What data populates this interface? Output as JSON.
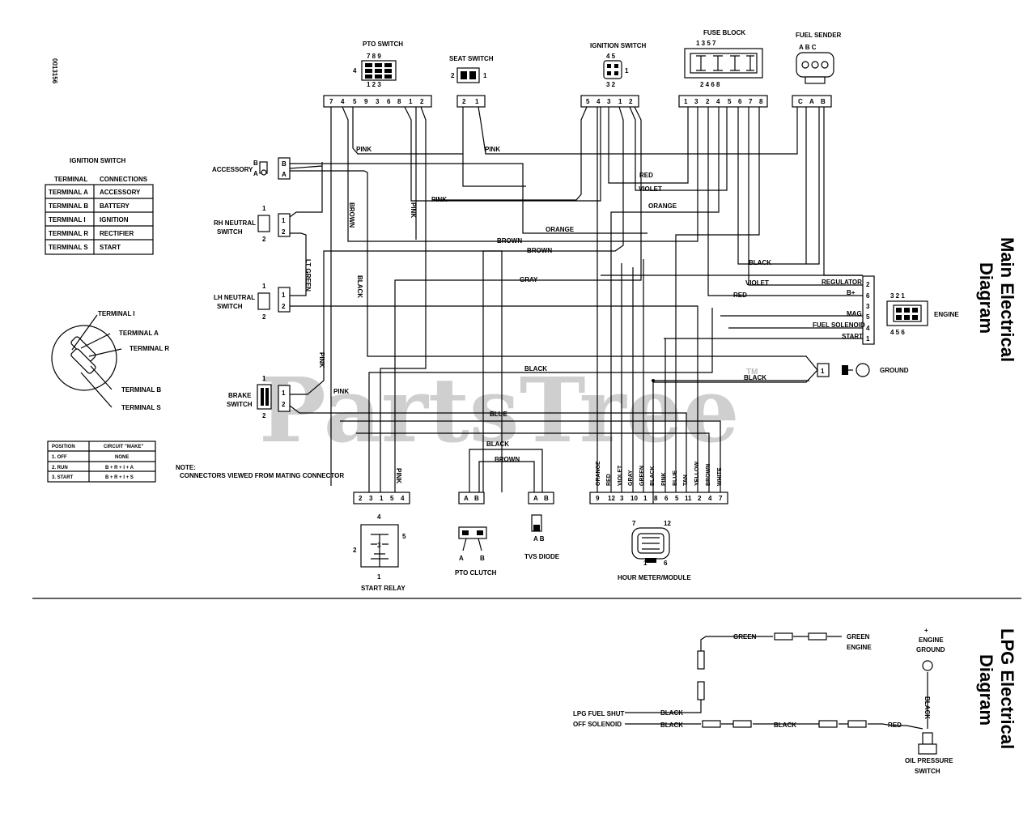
{
  "watermark": "PartsTree",
  "trademark": "TM",
  "doc_number": "0013156",
  "titles": {
    "main": [
      "Main Electrical",
      "Diagram"
    ],
    "lpg": [
      "LPG Electrical",
      "Diagram"
    ]
  },
  "top_components": {
    "pto_switch": {
      "label": "PTO SWITCH",
      "top_pins": "7  8  9",
      "left_pin": "4",
      "bottom_pins": "1   2   3",
      "connector_pins": [
        "7",
        "4",
        "5",
        "9",
        "3",
        "6",
        "8",
        "1",
        "2"
      ]
    },
    "seat_switch": {
      "label": "SEAT SWITCH",
      "left": "2",
      "right": "1",
      "connector_pins": [
        "2",
        "1"
      ]
    },
    "ignition_switch_top": {
      "label": "IGNITION SWITCH",
      "top": "4 5",
      "right": "1",
      "bottom": "3 2",
      "connector_pins": [
        "5",
        "4",
        "3",
        "1",
        "2"
      ]
    },
    "fuse_block": {
      "label": "FUSE BLOCK",
      "top_pins": "1    3    5    7",
      "bottom_pins": "2    4    6    8",
      "connector_pins": [
        "1",
        "3",
        "2",
        "4",
        "5",
        "6",
        "7",
        "8"
      ]
    },
    "fuel_sender": {
      "label": "FUEL SENDER",
      "top": "A   B   C",
      "connector_pins": [
        "C",
        "A",
        "B"
      ]
    }
  },
  "ignition_table": {
    "title": "IGNITION SWITCH",
    "headers": [
      "TERMINAL",
      "CONNECTIONS"
    ],
    "rows": [
      [
        "TERMINAL A",
        "ACCESSORY"
      ],
      [
        "TERMINAL B",
        "BATTERY"
      ],
      [
        "TERMINAL I",
        "IGNITION"
      ],
      [
        "TERMINAL R",
        "RECTIFIER"
      ],
      [
        "TERMINAL S",
        "START"
      ]
    ]
  },
  "ignition_terminals": [
    "TERMINAL I",
    "TERMINAL A",
    "TERMINAL R",
    "TERMINAL B",
    "TERMINAL S"
  ],
  "position_table": {
    "headers": [
      "POSITION",
      "CIRCUIT \"MAKE\""
    ],
    "rows": [
      [
        "1. OFF",
        "NONE"
      ],
      [
        "2. RUN",
        "B + R + I + A"
      ],
      [
        "3. START",
        "B + R + I + S"
      ]
    ]
  },
  "note": [
    "NOTE:",
    "CONNECTORS VIEWED FROM MATING CONNECTOR"
  ],
  "left_components": {
    "accessory": {
      "label": "ACCESSORY",
      "pins": [
        "B",
        "A"
      ]
    },
    "rh_neutral": {
      "label": [
        "RH NEUTRAL",
        "SWITCH"
      ],
      "pins": [
        "1",
        "2"
      ]
    },
    "lh_neutral": {
      "label": [
        "LH NEUTRAL",
        "SWITCH"
      ],
      "pins": [
        "1",
        "2"
      ]
    },
    "brake": {
      "label": [
        "BRAKE",
        "SWITCH"
      ],
      "pins": [
        "1",
        "2"
      ]
    }
  },
  "engine": {
    "label": "ENGINE",
    "pins": [
      "2",
      "6",
      "3",
      "5",
      "4",
      "1"
    ],
    "signals": [
      "REGULATOR",
      "B+",
      "MAG",
      "FUEL SOLENOID",
      "START"
    ],
    "top": "3    2        1",
    "bottom": "4    5    6"
  },
  "ground": {
    "label": "GROUND",
    "pin": "1"
  },
  "bottom_components": {
    "start_relay": {
      "label": "START RELAY",
      "connector_pins": [
        "2",
        "3",
        "1",
        "5",
        "4"
      ],
      "n4": "4",
      "n5": "5",
      "n2": "2",
      "n3": "3",
      "n1": "1"
    },
    "pto_clutch": {
      "label": "PTO CLUTCH",
      "connector_pins": [
        "A",
        "B"
      ]
    },
    "tvs_diode": {
      "label": "TVS DIODE",
      "connector_pins": [
        "A",
        "B"
      ],
      "pins": "A B"
    },
    "hour_meter": {
      "label": "HOUR METER/MODULE",
      "connector_pins": [
        "9",
        "12",
        "3",
        "10",
        "1",
        "8",
        "6",
        "5",
        "11",
        "2",
        "4",
        "7"
      ],
      "wire_colors": [
        "ORANGE",
        "RED",
        "VIOLET",
        "GRAY",
        "GREEN",
        "BLACK",
        "PINK",
        "BLUE",
        "TAN",
        "YELLOW",
        "BROWN",
        "WHITE"
      ],
      "p7": "7",
      "p12": "12",
      "p1": "1",
      "p6": "6"
    }
  },
  "wire_labels": {
    "pink1": "PINK",
    "pink2": "PINK",
    "pink3": "PINK",
    "pink_v1": "PINK",
    "pink_v2": "PINK",
    "pink_v3": "PINK",
    "pink_brake": "PINK",
    "brown_v": "BROWN",
    "black_v": "BLACK",
    "ltgreen_v": "LT GREEN",
    "red1": "RED",
    "violet1": "VIOLET",
    "orange1": "ORANGE",
    "orange2": "ORANGE",
    "brown1": "BROWN",
    "brown2": "BROWN",
    "gray1": "GRAY",
    "black1": "BLACK",
    "violet2": "VIOLET",
    "red2": "RED",
    "black2": "BLACK",
    "black3": "BLACK",
    "blue1": "BLUE",
    "black4": "BLACK",
    "brown3": "BROWN"
  },
  "lpg": {
    "green": "GREEN",
    "green_engine": [
      "GREEN",
      "ENGINE"
    ],
    "engine_ground": [
      "+",
      "ENGINE",
      "GROUND"
    ],
    "fuel_shut": [
      "LPG FUEL SHUT",
      "OFF SOLENOID"
    ],
    "black1": "BLACK",
    "black2": "BLACK",
    "black3": "BLACK",
    "black_v": "BLACK",
    "red": "RED",
    "oil_pressure": [
      "OIL PRESSURE",
      "SWITCH"
    ]
  }
}
